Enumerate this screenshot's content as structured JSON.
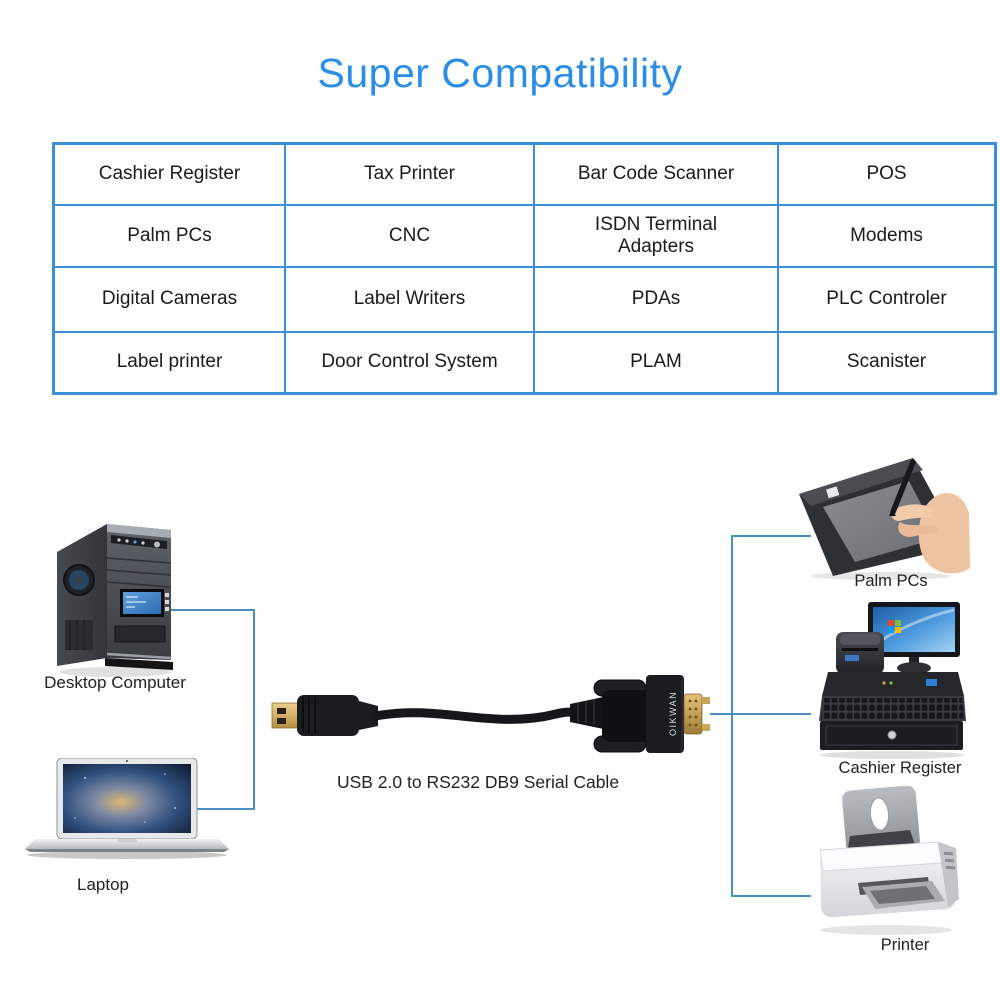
{
  "title": "Super Compatibility",
  "colors": {
    "title": "#2a8ee8",
    "table-border": "#3b8fd6",
    "line": "#4a8fc0",
    "text": "#1d1d1f"
  },
  "table": {
    "rows": [
      [
        "Cashier Register",
        "Tax Printer",
        "Bar Code Scanner",
        "POS"
      ],
      [
        "Palm PCs",
        "CNC",
        "ISDN Terminal\nAdapters",
        "Modems"
      ],
      [
        "Digital Cameras",
        "Label Writers",
        "PDAs",
        "PLC Controler"
      ],
      [
        "Label printer",
        "Door Control System",
        "PLAM",
        "Scanister"
      ]
    ]
  },
  "diagram": {
    "cable": {
      "label": "USB 2.0 to RS232 DB9 Serial Cable",
      "brand_text": "OIKWAN"
    },
    "devices": {
      "desktop": {
        "label": "Desktop Computer"
      },
      "laptop": {
        "label": "Laptop"
      },
      "palm": {
        "label": "Palm PCs"
      },
      "register": {
        "label": "Cashier Register"
      },
      "printer": {
        "label": "Printer"
      }
    }
  }
}
